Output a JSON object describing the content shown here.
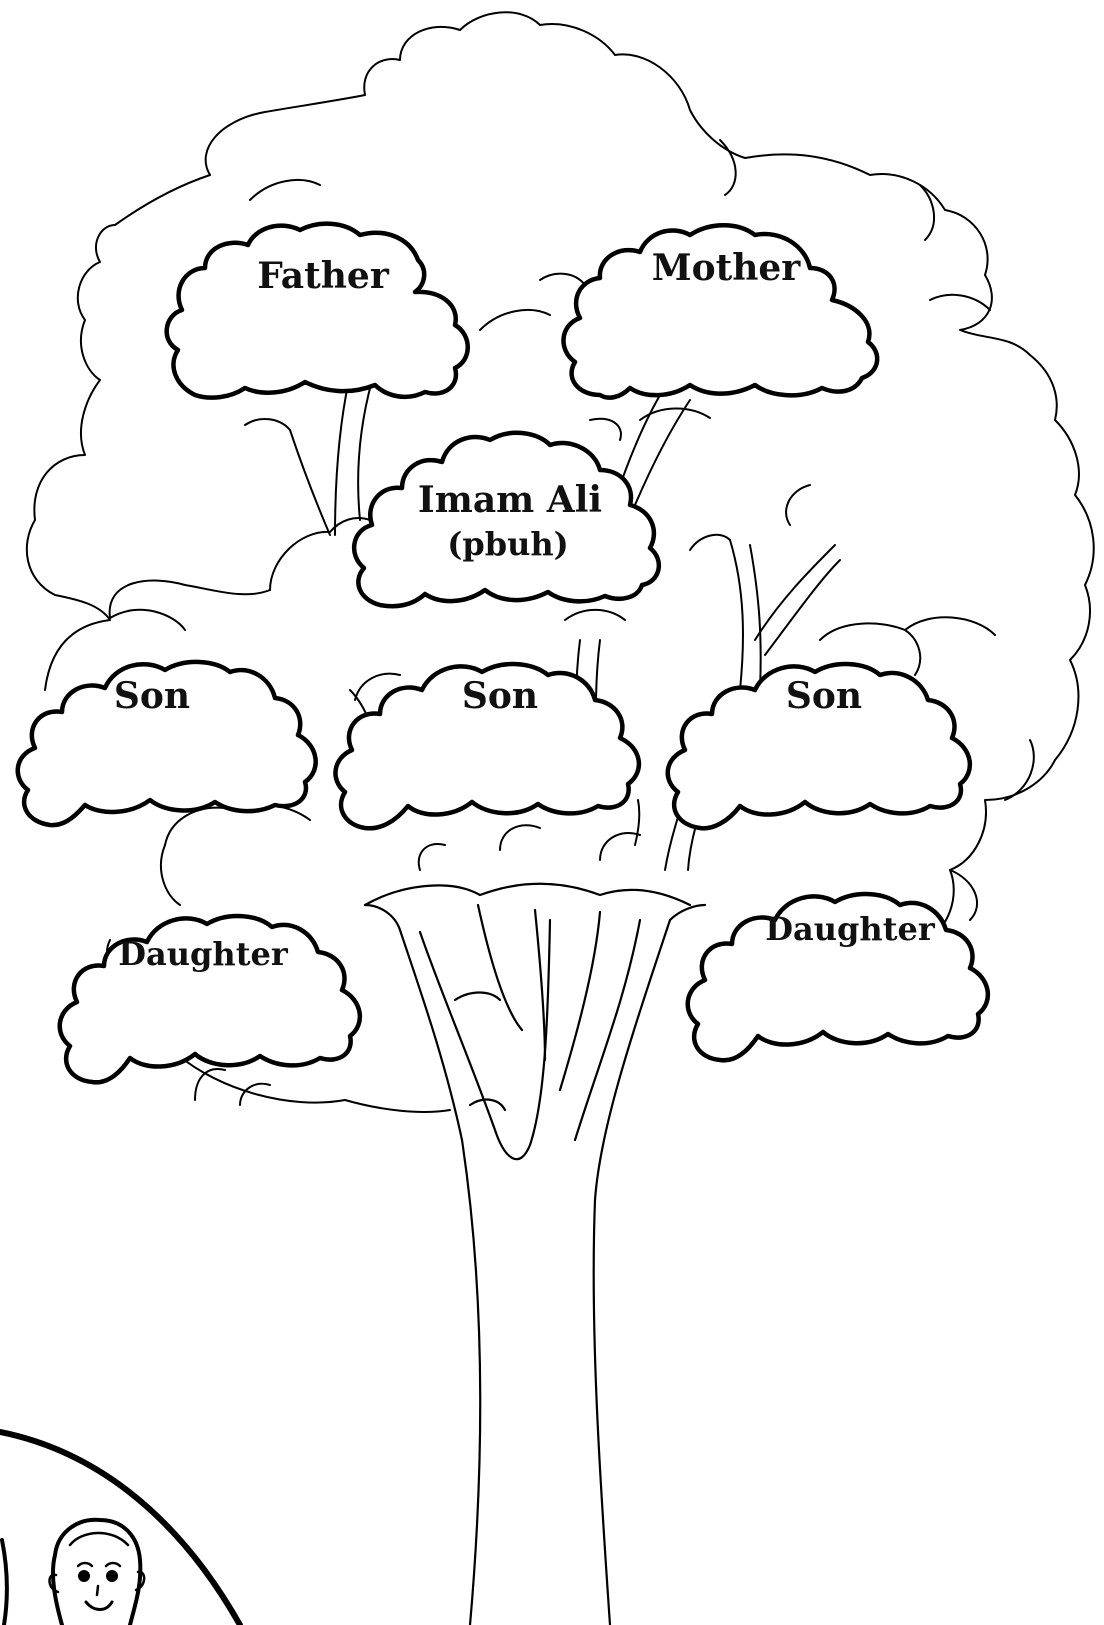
{
  "labels": {
    "father": "Father",
    "mother": "Mother",
    "imam_line1": "Imam Ali",
    "imam_line2": "(pbuh)",
    "son_1": "Son",
    "son_2": "Son",
    "son_3": "Son",
    "daughter_1": "Daughter",
    "daughter_2": "Daughter"
  },
  "colors": {
    "line": "#000000",
    "background": "#ffffff",
    "text": "#111111"
  }
}
